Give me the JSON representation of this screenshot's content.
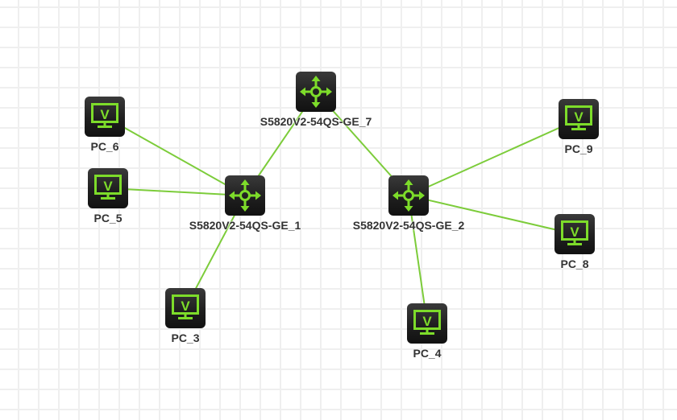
{
  "colors": {
    "accent": "#7ddc2a",
    "link": "#7ccc3a",
    "icon_bg": "#1f1f1f",
    "label_text": "#333333",
    "grid": "#efefef",
    "background": "#ffffff"
  },
  "nodes": [
    {
      "id": "GE_7",
      "label": "S5820V2-54QS-GE_7",
      "type": "switch",
      "icon": "switch-arrows-icon"
    },
    {
      "id": "GE_1",
      "label": "S5820V2-54QS-GE_1",
      "type": "switch",
      "icon": "switch-arrows-icon"
    },
    {
      "id": "GE_2",
      "label": "S5820V2-54QS-GE_2",
      "type": "switch",
      "icon": "switch-arrows-icon"
    },
    {
      "id": "PC_6",
      "label": "PC_6",
      "type": "pc",
      "icon": "vpc-monitor-icon"
    },
    {
      "id": "PC_5",
      "label": "PC_5",
      "type": "pc",
      "icon": "vpc-monitor-icon"
    },
    {
      "id": "PC_3",
      "label": "PC_3",
      "type": "pc",
      "icon": "vpc-monitor-icon"
    },
    {
      "id": "PC_4",
      "label": "PC_4",
      "type": "pc",
      "icon": "vpc-monitor-icon"
    },
    {
      "id": "PC_9",
      "label": "PC_9",
      "type": "pc",
      "icon": "vpc-monitor-icon"
    },
    {
      "id": "PC_8",
      "label": "PC_8",
      "type": "pc",
      "icon": "vpc-monitor-icon"
    }
  ],
  "links": [
    {
      "from": "GE_7",
      "to": "GE_1"
    },
    {
      "from": "GE_7",
      "to": "GE_2"
    },
    {
      "from": "GE_1",
      "to": "PC_6"
    },
    {
      "from": "GE_1",
      "to": "PC_5"
    },
    {
      "from": "GE_1",
      "to": "PC_3"
    },
    {
      "from": "GE_2",
      "to": "PC_9"
    },
    {
      "from": "GE_2",
      "to": "PC_8"
    },
    {
      "from": "GE_2",
      "to": "PC_4"
    }
  ],
  "pc_glyph": "V"
}
